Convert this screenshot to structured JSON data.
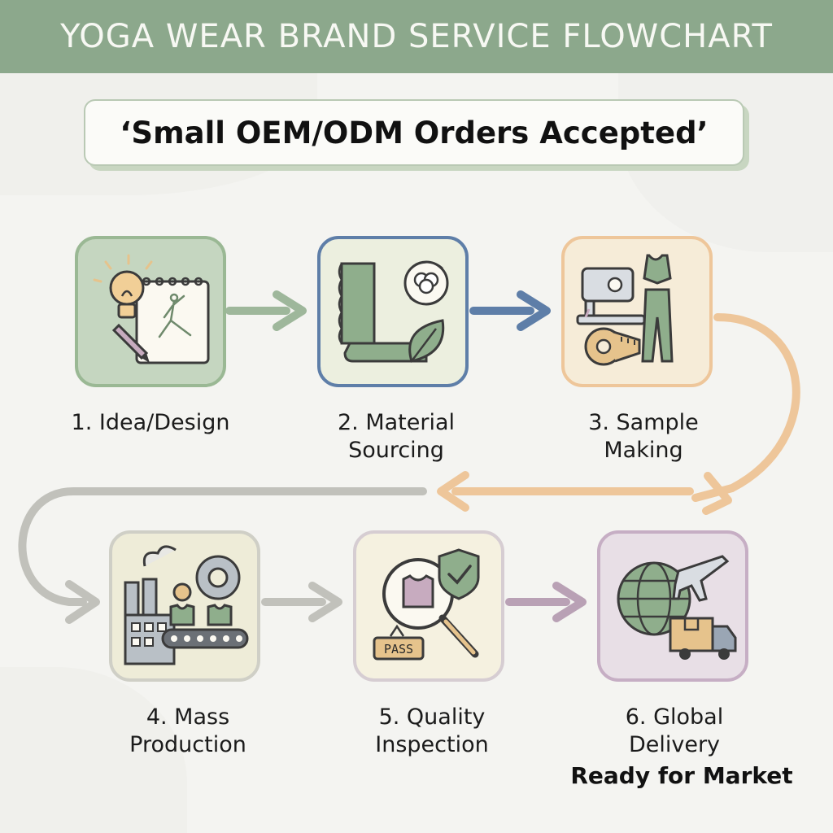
{
  "banner": {
    "title": "YOGA WEAR BRAND SERVICE FLOWCHART"
  },
  "subtitle": {
    "text": "‘Small OEM/ODM Orders Accepted’"
  },
  "steps": [
    {
      "line1": "1. Idea/Design",
      "line2": "",
      "card_bg": "#c5d6c0",
      "card_border": "#9ab894"
    },
    {
      "line1": "2. Material",
      "line2": "Sourcing",
      "card_bg": "#ecefdf",
      "card_border": "#5e7ea8"
    },
    {
      "line1": "3. Sample",
      "line2": "Making",
      "card_bg": "#f6ecd8",
      "card_border": "#eec69a"
    },
    {
      "line1": "4. Mass",
      "line2": "Production",
      "card_bg": "#eeecd8",
      "card_border": "#cfcfc6"
    },
    {
      "line1": "5. Quality",
      "line2": "Inspection",
      "card_bg": "#f5f1e0",
      "card_border": "#d6cdd2"
    },
    {
      "line1": "6. Global",
      "line2": "Delivery",
      "card_bg": "#e8dfe6",
      "card_border": "#c6aec4"
    }
  ],
  "inspection_badge": "PASS",
  "footer": {
    "ready_label": "Ready for Market"
  },
  "colors": {
    "banner": "#8ca88c",
    "arrow_green": "#9eb79b",
    "arrow_blue": "#5e7ea8",
    "arrow_orange": "#eec69a",
    "arrow_gray": "#c1c1bb",
    "arrow_mauve": "#b9a1b5",
    "icon_green": "#8fae8c",
    "icon_mauve": "#c7abbf",
    "icon_tan": "#e6c38c",
    "outline": "#3b3b3b"
  }
}
